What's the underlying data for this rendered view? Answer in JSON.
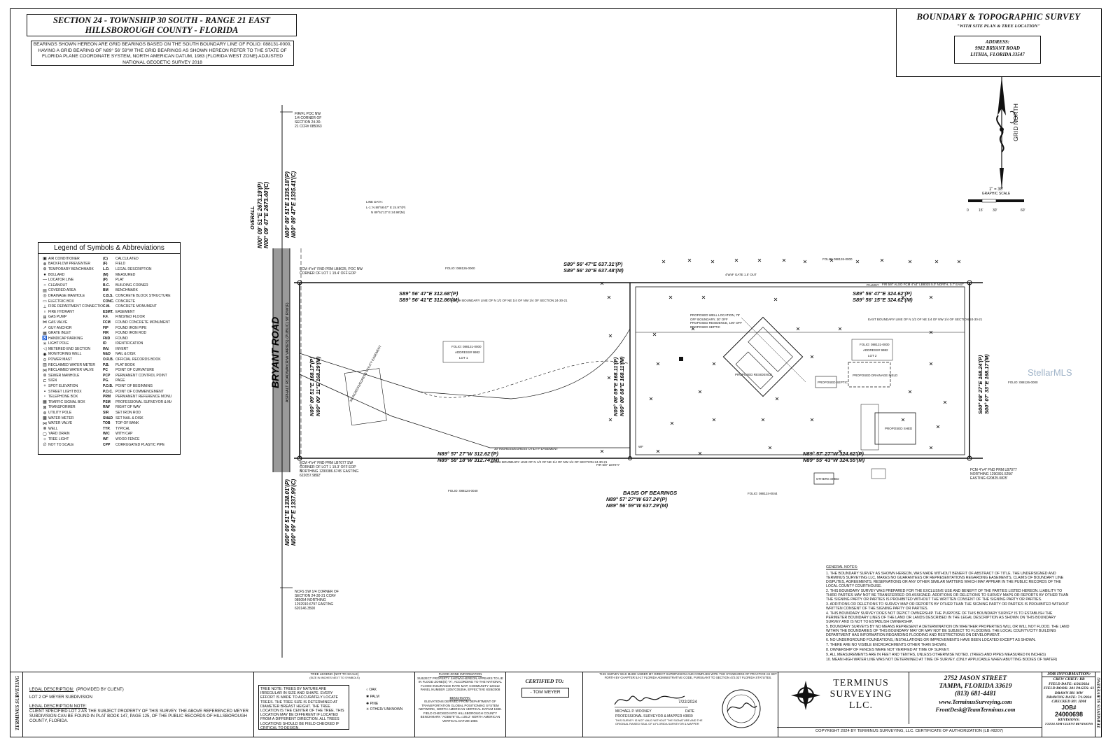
{
  "header": {
    "section_line1": "SECTION 24 - TOWNSHIP 30 SOUTH - RANGE 21 EAST",
    "section_line2": "HILLSBOROUGH COUNTY - FLORIDA",
    "bearings_note": "BEARINGS SHOWN HEREON ARE GRID BEARINGS BASED ON THE SOUTH BOUNDARY LINE OF FOLIO: 088131-0000, HAVING A GRID BEARING OF N89° 56' 59\"W THE GRID BEARINGS AS SHOWN HEREON REFER TO THE STATE OF FLORIDA PLANE COORDINATE SYSTEM, NORTH AMERICAN DATUM, 1983 (FLORIDA WEST ZONE) ADJUSTED NATIONAL GEODETIC SURVEY 2018",
    "survey_title": "BOUNDARY & TOPOGRAPHIC SURVEY",
    "survey_subtitle": "\"WITH SITE PLAN & TREE LOCATION\"",
    "address_label": "ADDRESS:",
    "address_line1": "9982 BRYANT ROAD",
    "address_line2": "LITHIA, FLORIDA 33547"
  },
  "north_arrow": {
    "label": "GRID NORTH"
  },
  "scale": {
    "ratio": "1\" = 30'",
    "label": "GRAPHIC SCALE",
    "ticks": [
      "0",
      "15'",
      "30'",
      "60'"
    ]
  },
  "watermark": "StellarMLS",
  "legend": {
    "title": "Legend of Symbols & Abbreviations",
    "symbols": [
      "AIR CONDITIONER",
      "BACKFLOW PREVENTER",
      "TEMPORARY BENCHMARK",
      "BOLLARD",
      "LOCATOR LINE",
      "CLEANOUT",
      "COVERED AREA",
      "DRAINAGE MANHOLE",
      "ELECTRIC BOX",
      "FIRE DEPARTMENT CONNECTION",
      "FIRE HYDRANT",
      "GAS PUMP",
      "GAS VALVE",
      "GUY ANCHOR",
      "GRATE INLET",
      "HANDICAP PARKING",
      "LIGHT POLE",
      "METERED END SECTION",
      "MONITORING WELL",
      "POWER MAST",
      "RECLAIMED WATER METER",
      "RECLAIMED WATER VALVE",
      "SEWER MANHOLE",
      "SIGN",
      "SPOT ELEVATION",
      "STREET LIGHT BOX",
      "TELEPHONE BOX",
      "TRAFFIC SIGNAL BOX",
      "TRANSFORMER",
      "UTILITY POLE",
      "WATER METER",
      "WATER VALVE",
      "WELL",
      "YARD DRAIN",
      "TREE LIGHT",
      "NOT TO SCALE"
    ],
    "abbreviations": [
      [
        "(C)",
        "CALCULATED"
      ],
      [
        "(F)",
        "FIELD"
      ],
      [
        "L.D.",
        "LEGAL DESCRIPTION"
      ],
      [
        "(M)",
        "MEASURED"
      ],
      [
        "(P)",
        "PLAT"
      ],
      [
        "B.C.",
        "BUILDING CORNER"
      ],
      [
        "BM",
        "BENCHMARK"
      ],
      [
        "C.B.S.",
        "CONCRETE BLOCK STRUCTURE"
      ],
      [
        "CONC.",
        "CONCRETE"
      ],
      [
        "C.M.",
        "CONCRETE MONUMENT"
      ],
      [
        "ESMT.",
        "EASEMENT"
      ],
      [
        "F.F.",
        "FINISHED FLOOR"
      ],
      [
        "FCM",
        "FOUND CONCRETE MONUMENT"
      ],
      [
        "FIP",
        "FOUND IRON PIPE"
      ],
      [
        "FIR",
        "FOUND IRON ROD"
      ],
      [
        "FND",
        "FOUND"
      ],
      [
        "ID",
        "IDENTIFICATION"
      ],
      [
        "INV.",
        "INVERT"
      ],
      [
        "N&D",
        "NAIL & DISK"
      ],
      [
        "O.R.B.",
        "OFFICIAL RECORDS BOOK"
      ],
      [
        "P.B.",
        "PLAT BOOK"
      ],
      [
        "PC",
        "POINT OF CURVATURE"
      ],
      [
        "PCP",
        "PERMANENT CONTROL POINT"
      ],
      [
        "PG.",
        "PAGE"
      ],
      [
        "P.O.B.",
        "POINT OF BEGINNING"
      ],
      [
        "P.O.C.",
        "POINT OF COMMENCEMENT"
      ],
      [
        "PRM",
        "PERMANENT REFERENCE MONUMENT"
      ],
      [
        "PSM",
        "PROFESSIONAL SURVEYOR & MAPPER"
      ],
      [
        "R/W",
        "RIGHT OF WAY"
      ],
      [
        "SIR",
        "SET IRON ROD"
      ],
      [
        "SN&D",
        "SET NAIL & DISK"
      ],
      [
        "TOB",
        "TOP OF BANK"
      ],
      [
        "TYP.",
        "TYPICAL"
      ],
      [
        "W/C",
        "WITH CAP"
      ],
      [
        "WF",
        "WOOD FENCE"
      ],
      [
        "CPP",
        "CORRUGATED PLASTIC PIPE"
      ]
    ]
  },
  "road": {
    "name": "BRYANT ROAD",
    "subtitle": "ASPHALT ROADWAY(R/W VARIES) (PUBLIC) 50' R/W(F)"
  },
  "overall_line": {
    "label": "OVERALL",
    "north_p": "N00° 09' 51\"E 2673.19'(P)",
    "north_c": "N00° 09' 47\"E 2673.40'(C)",
    "upper_p": "N00° 09' 51\"E 1335.18'(P)",
    "upper_c": "N00° 09' 47\"E 1335.41'(C)",
    "lower_p": "N00° 09' 51\"E 1338.01'(P)",
    "lower_c": "N00° 09' 47\"E 1337.99'(C)",
    "top_corner_note": "FIR/FL POC NW 1/4 CORNER OF SECTION 24-30-21 CCR# 085063",
    "bottom_corner_note": "NCFS SW 1/4 CORNER OF SECTION 24-30-21 CCR# 085054 NORTHING 1292910.6797 EASTING 620146.3500"
  },
  "line_data": {
    "title": "LINE DATA:",
    "l1_p": "L-1: N 89°56'47\" E 24.97'(P)",
    "l1_m": "N 89°51'13\" E 24.98'(M)"
  },
  "boundary": {
    "north_total_p": "S89° 56' 47\"E 637.31'(P)",
    "north_total_m": "S89° 56' 30\"E 637.48'(M)",
    "north_lot1_p": "S89° 56' 47\"E 312.68'(P)",
    "north_lot1_m": "S89° 56' 41\"E 312.86'(M)",
    "north_lot2_p": "S89° 56' 47\"E 324.62'(P)",
    "north_lot2_m": "S89° 56' 15\"E 324.62'(M)",
    "south_lot1_p": "N89° 57' 27\"W 312.62'(P)",
    "south_lot1_m": "N89° 58' 18\"W 312.74'(M)",
    "south_lot2_p": "N89° 57' 27\"W 324.62'(P)",
    "south_lot2_m": "N89° 55' 43\"W 324.55'(M)",
    "west_p": "N00° 09' 51\"E 168.17'(P)",
    "west_m": "N00° 09' 11\"E 168.29'(M)",
    "mid_p": "N00° 08' 09\"E 168.11'(P)",
    "mid_m": "N00° 08' 08\"E 168.11'(M)",
    "east_p": "S00° 08' 27\"E 168.24'(P)",
    "east_m": "S00° 07' 33\"E 168.17'(M)",
    "basis_title": "BASIS OF BEARINGS",
    "basis_p": "N89° 57' 27\"W 637.24'(P)",
    "basis_m": "N89° 56' 59\"W 637.29'(M)",
    "north_boundary_note": "NORTH BOUNDARY LINE OF N 1/2 OF NE 1/4 OF NW 1/4 OF SECTION 24-30-21",
    "south_boundary_note": "SOUTH BOUNDARY LINE OF N 1/2 OF NE 1/4 OF NW 1/4 OF SECTION 24-30-21",
    "east_boundary_note": "EAST BOUNDARY LINE OF N 1/2 OF NE 1/4 OF NW 1/4 OF SECTION 24-30-21"
  },
  "parcels": {
    "folio_n1": "FOLIO: 088126-0000",
    "folio_n2": "FOLIO: 088126-0000",
    "folio_e": "FOLIO: 088126-0000",
    "folio_s1": "FOLIO: 088124-0040",
    "folio_s2": "FOLIO: 088124-0044",
    "lot1_folio": "FOLIO: 088131-0000",
    "lot1_address": "ADDRESS# 9982",
    "lot1_name": "LOT 1",
    "lot2_folio": "FOLIO: 088131-0000",
    "lot2_address": "ADDRESS# 9982",
    "lot2_name": "LOT 2"
  },
  "site": {
    "proposed_residence": "PROPOSED RESIDENCE",
    "proposed_septic": "PROPOSED SEPTIC",
    "proposed_drainfield": "PROPOSED DRAINAGE FIELD",
    "proposed_shed": "PROPOSED SHED",
    "proposed_well": "PROPOSED WELL LOCATION, 75' OFF BOUNDARY, 30' OFF PROPOSED RESIDENCE, 100' OFF PROPOSED SEPTIC",
    "utility_easement": "30' INGRESS/EGRESS UTILITY EASEMENT",
    "ingress_easement": "30' INGRESS/EGRESS UTILITY EASEMENT",
    "others_shed": "OTHERS SHED",
    "nw_corner": "FCM 4\"x4\" FND PRM LB8025, POC NW CORNER OF LOT 1 19.4' OFF EOP",
    "sw_corner": "FCM 4\"x4\" FND PRM LB7077 SW CORNER OF LOT 1 19.3' OFF EOP NORTHING 1290386.6745' EASTING 622057.9892'",
    "se_corner": "FCM 4\"x4\" FND PRM LB7077 NORTHING 1290391.5256' EASTING 620825.0825'",
    "ne_corner": "FIR 5/8\" ALSO FCM 4\"x4\" LB8025 5.0' NORTH, 0.7' EAST",
    "mid_pin": "FIR 5/8\" LB7077",
    "gate": "4'WxF GATE 1.5' OUT",
    "palm": "PALMS?",
    "wf": "WF"
  },
  "general_notes": {
    "title": "GENERAL NOTES:",
    "items": [
      "1. THE BOUNDARY SURVEY AS SHOWN HEREON, WAS MADE WITHOUT BENEFIT OF ABSTRACT OF TITLE. THE UNDERSIGNED AND TERMINUS SURVEYING LLC, MAKES NO GUARANTEES OR REPRESENTATIONS REGARDING EASEMENTS, CLAIMS OF BOUNDARY LINE DISPUTES, AGREEMENTS, RESERVATIONS OR ANY OTHER SIMILAR MATTERS WHICH MAY APPEAR IN THE PUBLIC RECORDS OF THE LOCAL COUNTY COURTHOUSE.",
      "2. THIS BOUNDARY SURVEY WAS PREPARED FOR THE EXCLUSIVE USE AND BENEFIT OF THE PARTIES LISTED HEREON. LIABILITY TO THIRD PARTIES MAY NOT BE TRANSFERRED OR ASSIGNED. ADDITIONS OR DELETIONS TO SURVEY MAPS OR REPORTS BY OTHER THAN THE SIGNING PARTY OR PARTIES IS PROHIBITED WITHOUT THE WRITTEN CONSENT OF THE SIGNING PARTY OR PARTIES.",
      "3. ADDITIONS OR DELETIONS TO SURVEY MAP OR REPORTS BY OTHER THAN THE SIGNING PARTY OR PARTIES IS PROHIBITED WITHOUT WRITTEN CONSENT OF THE SIGNING PARTY OR PARTIES.",
      "4. THIS BOUNDARY SURVEY DOES NOT DEPICT OWNERSHIP. THE PURPOSE OF THIS BOUNDARY SURVEY IS TO ESTABLISH THE PERIMETER BOUNDARY LINES OF THE LAND OR LANDS DESCRIBED IN THE LEGAL DESCRIPTION AS SHOWN ON THIS BOUNDARY SURVEY AND IS NOT TO ESTABLISH OWNERSHIP.",
      "5. BOUNDARY SURVEYS BY NO MEANS REPRESENT A DETERMINATION ON WHETHER PROPERTIES WILL OR WILL NOT FLOOD. THE LAND WITHIN THE BOUNDARIES OF THIS BOUNDARY MAY OR MAY NOT BE SUBJECT TO FLOODING. THE LOCAL COUNTY/CITY BUILDING DEPARTMENT HAS INFORMATION REGARDING FLOODING AND RESTRICTIONS ON DEVELOPMENT.",
      "6. NO UNDERGROUND FOUNDATIONS, INSTALLATIONS OR IMPROVEMENTS HAVE BEEN LOCATED EXCEPT AS SHOWN.",
      "7. THERE ARE NO VISIBLE ENCROACHMENTS OTHER THAN SHOWN.",
      "8. OWNERSHIP OF FENCES WERE NOT VERIFIED AT TIME OF SURVEY.",
      "9. ALL MEASUREMENTS ARE IN FEET AND TENTHS, UNLESS OTHERWISE NOTED. (TREES AND PIPES MEASURED IN INCHES)",
      "10. MEAN HIGH WATER LINE WAS NOT DETERMINED AT TIME OF SURVEY. (ONLY APPLICABLE WHEN ABUTTING BODIES OF WATER)"
    ]
  },
  "title_block": {
    "side_label": "TERMINUS SURVEYING",
    "legal_desc_title": "LEGAL DESCRIPTION:",
    "legal_desc_by": "(PROVIDED BY CLIENT)",
    "legal_desc": "LOT 2 OF MEYER SUBDIVISION",
    "legal_note_title": "LEGAL DESCRIPTION NOTE:",
    "legal_note": "CLIENT SPECIFIED LOT 2 AS THE SUBJECT PROPERTY OF THIS SURVEY. THE ABOVE REFERENCED MEYER SUBDIVISION CAN BE FOUND IN PLAT BOOK 147, PAGE 125, OF THE PUBLIC RECORDS OF HILLSBOROUGH COUNTY, FLORIDA.",
    "tree_notes": "TREE NOTE: TREES BY NATURE ARE IRREGULAR IN SIZE AND SHAPE. EVERY EFFORT IS MADE TO ACCURATELY LOCATE TREES. THE TREE SIZE IS DETERMINED AT DIAMETER BREAST HEIGHT. THE TREE LOCATION IS THE CENTER OF THE TREE. THIS LOCATION MAY BE DIFFERENT IF LOCATED FROM A DIFFERENT DIRECTION. ALL TREES LOCATIONS SHOULD BE FIELD CHECKED IF CRITICAL TO DESIGN.",
    "tree_legend_title": "TREE LEGEND (NOT TO SCALE)",
    "tree_legend_sub": "(SIZE IN INCHES NEXT TO SYMBOLS)",
    "tree_types": [
      "OAK",
      "PALM",
      "PINE",
      "OTHER/ UNKNOWN"
    ],
    "flood_title": "FLOOD ZONE INFORMATION",
    "flood_text": "SUBJECT PROPERTY SHOWN HEREON APPEARS TO LIE IN FLOOD ZONE(S) \"X\", ACCORDING TO THE NATIONAL FLOOD INSURANCE RATE MAP, COMMUNITY 120112 PANEL NUMBER 12057C0535H, EFFECTIVE 8/28/2008",
    "benchmark_title": "BENCHMARK:",
    "benchmark_text": "ELEVATIONS DERIVED FROM DEPARTMENT OF TRANSPORTATION GLOBAL POSITIONING SYSTEM NETWORK, NORTH AMERICAN VERTICAL DATUM 1988. FIELD CHECKED INTO HILLSBOROUGH COUNTY BENCHMARK \"AGB676\" EL=105.2' NORTH AMERICAN VERTICAL DATUM 1988.",
    "certified_title": "CERTIFIED TO:",
    "certified_to": "- TOM MEYER",
    "supervision_text": "THIS SURVEY WAS MADE UNDER MY DIRECT SUPERVISION AND COMPLIES WITH THE STANDARDS OF PRACTICE AS SET FORTH BY CHAPTER 5J-17 FLORIDA ADMINISTRATIVE CODE, PURSUANT TO SECTION 472.027 FLORIDA STATUTES.",
    "signer": "MICHAEL P. WOONEY",
    "signer_title": "PROFESSIONAL SURVEYOR & MAPPER #3830",
    "sign_date": "7/22/2024",
    "date_label": "DATE",
    "seal_note": "THIS SURVEY IS NOT VALID WITHOUT THE SIGNATURE AND THE ORIGINAL RAISED SEAL OF A FLORIDA SURVEYOR & MAPPER",
    "company_line1": "TERMINUS",
    "company_line2": "SURVEYING",
    "company_line3": "LLC.",
    "street": "2752 JASON STREET",
    "city": "TAMPA, FLORIDA 33619",
    "phone": "(813) 681-4481",
    "web": "www.TerminusSurveying.com",
    "email": "FrontDesk@TeamTerminus.com",
    "copyright": "COPYRIGHT 2024 BY TERMINUS SURVEYING, LLC. CERTIFICATE OF AUTHORIZATION (LB #8207)",
    "job_title": "JOB INFORMATION:",
    "crew_chief": "CREW CHIEF: BB",
    "field_date": "FIELD DATE: 6/26/2024",
    "field_book": "FIELD BOOK: 281 PAGES: 61",
    "drawn_by": "DRAWN BY: MW",
    "drawing_date": "DRAWING DATE: 7/1/2024",
    "checked_by": "CHECKED BY: JDM",
    "job_label": "JOB#",
    "job_number": "24000698",
    "revisions_label": "REVISIONS:",
    "revision1": "7/22/24 JDM CLIENT REVISIONS"
  }
}
